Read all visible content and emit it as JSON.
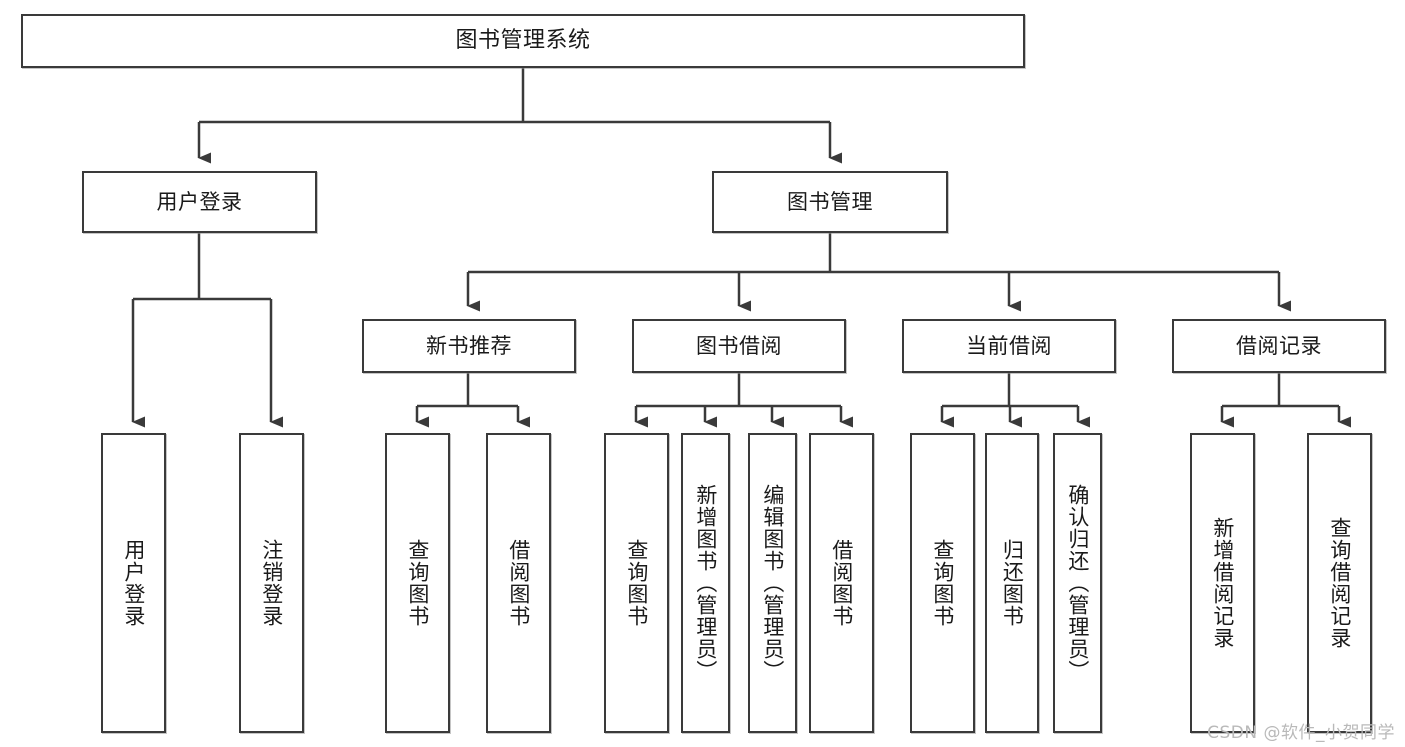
{
  "diagram": {
    "type": "hierarchy-tree",
    "title": "图书管理系统",
    "watermark": "CSDN @软件_小贺同学",
    "colors": {
      "border": "#3a3a3a",
      "background": "#ffffff",
      "text": "#1a1a1a",
      "watermark": "#b9b9b9"
    },
    "nodes": {
      "root": {
        "label": "图书管理系统"
      },
      "level2": [
        {
          "label": "用户登录"
        },
        {
          "label": "图书管理"
        }
      ],
      "level3": [
        {
          "label": "新书推荐"
        },
        {
          "label": "图书借阅"
        },
        {
          "label": "当前借阅"
        },
        {
          "label": "借阅记录"
        }
      ],
      "leaves": {
        "user_login": [
          {
            "label": "用户登录"
          },
          {
            "label": "注销登录"
          }
        ],
        "new_book": [
          {
            "label": "查询图书"
          },
          {
            "label": "借阅图书"
          }
        ],
        "borrow_book": [
          {
            "label": "查询图书"
          },
          {
            "label": "新增图书（管理员）"
          },
          {
            "label": "编辑图书（管理员）"
          },
          {
            "label": "借阅图书"
          }
        ],
        "current_borrow": [
          {
            "label": "查询图书"
          },
          {
            "label": "归还图书"
          },
          {
            "label": "确认归还（管理员）"
          }
        ],
        "borrow_record": [
          {
            "label": "新增借阅记录"
          },
          {
            "label": "查询借阅记录"
          }
        ]
      }
    }
  }
}
